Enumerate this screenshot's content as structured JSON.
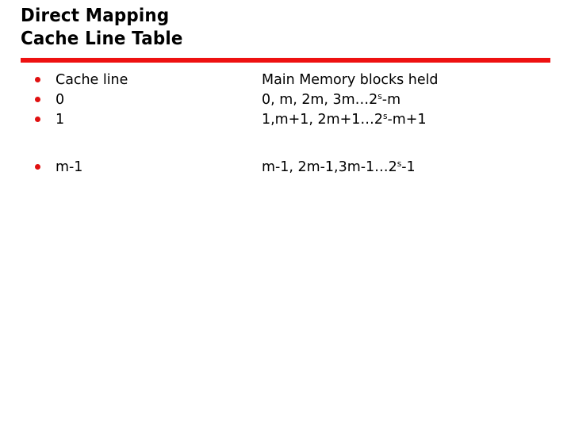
{
  "slide": {
    "background_color": "#FFFFFF",
    "title": {
      "line1": "Direct Mapping",
      "line2": "Cache Line Table"
    },
    "rule_color": "#EE1111",
    "bullet_color": "#E01010",
    "text_color": "#000000"
  },
  "table": {
    "rows": [
      {
        "bullet": true,
        "left": "Cache line",
        "right_prefix": "Main Memory blocks held",
        "right_sup": "",
        "right_suffix": ""
      },
      {
        "bullet": true,
        "left": "0",
        "right_prefix": "0, m, 2m, 3m…2",
        "right_sup": "s",
        "right_suffix": "-m"
      },
      {
        "bullet": true,
        "left": "1",
        "right_prefix": "1,m+1, 2m+1…2",
        "right_sup": "s",
        "right_suffix": "-m+1"
      },
      {
        "bullet": true,
        "left": "m-1",
        "right_prefix": "m-1, 2m-1,3m-1…2",
        "right_sup": "s",
        "right_suffix": "-1"
      }
    ]
  }
}
